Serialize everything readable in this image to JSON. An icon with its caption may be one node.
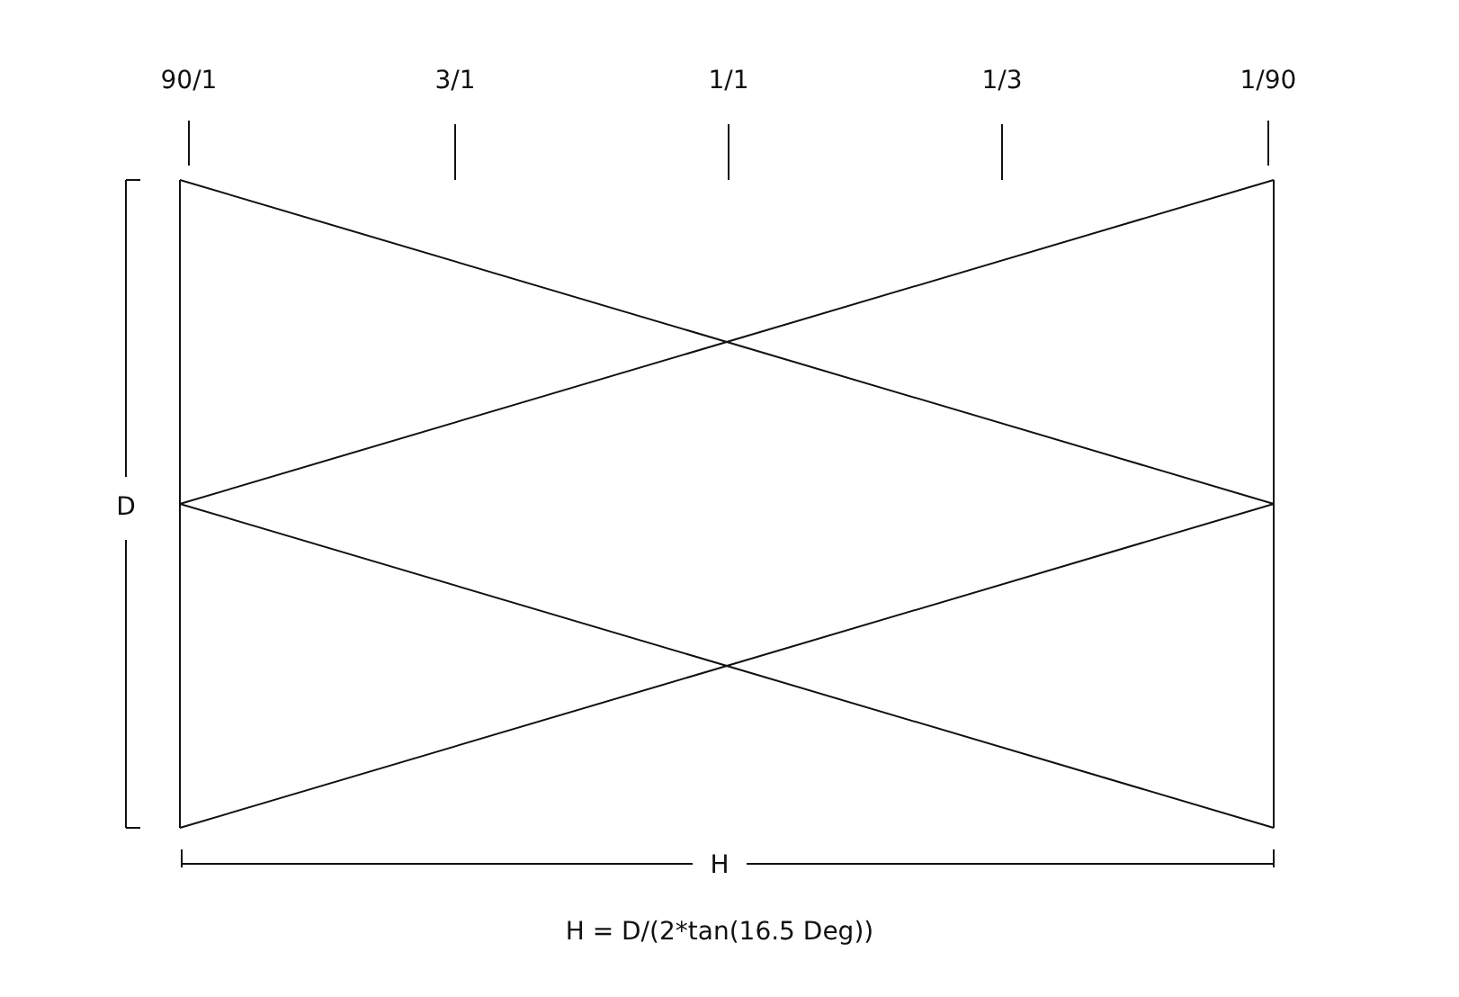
{
  "diagram": {
    "labels": [
      "90/1",
      "3/1",
      "1/1",
      "1/3",
      "1/90",
      "D",
      "H",
      "H = D/(2*tan(16.5 Deg))"
    ]
  }
}
